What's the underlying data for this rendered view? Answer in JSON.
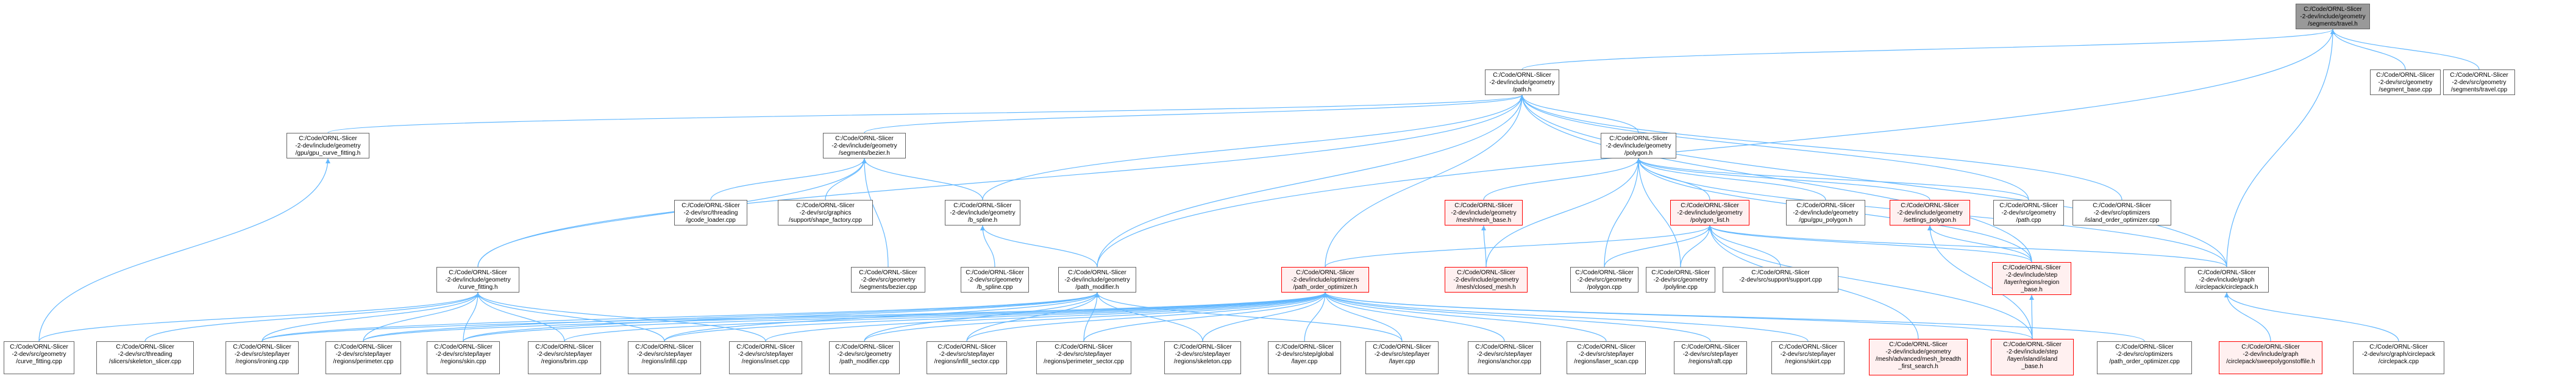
{
  "colors": {
    "edge": "#63b8ff",
    "node_border": "#666666",
    "highlight_border": "#ff0000",
    "highlight_fill": "#fff0f0",
    "focus_fill": "#999999"
  },
  "nodes": {
    "travel_h": "C:/Code/ORNL-Slicer\n-2-dev/include/geometry\n/segments/travel.h",
    "segment_base_cpp": "C:/Code/ORNL-Slicer\n-2-dev/src/geometry\n/segment_base.cpp",
    "travel_cpp": "C:/Code/ORNL-Slicer\n-2-dev/src/geometry\n/segments/travel.cpp",
    "path_h": "C:/Code/ORNL-Slicer\n-2-dev/include/geometry\n/path.h",
    "gpu_curve_fitting_h": "C:/Code/ORNL-Slicer\n-2-dev/include/geometry\n/gpu/gpu_curve_fitting.h",
    "bezier_h": "C:/Code/ORNL-Slicer\n-2-dev/include/geometry\n/segments/bezier.h",
    "polygon_h": "C:/Code/ORNL-Slicer\n-2-dev/include/geometry\n/polygon.h",
    "gcode_loader_cpp": "C:/Code/ORNL-Slicer\n-2-dev/src/threading\n/gcode_loader.cpp",
    "shape_factory_cpp": "C:/Code/ORNL-Slicer\n-2-dev/src/graphics\n/support/shape_factory.cpp",
    "b_spline_h": "C:/Code/ORNL-Slicer\n-2-dev/include/geometry\n/b_spline.h",
    "mesh_base_h": "C:/Code/ORNL-Slicer\n-2-dev/include/geometry\n/mesh/mesh_base.h",
    "polygon_list_h": "C:/Code/ORNL-Slicer\n-2-dev/include/geometry\n/polygon_list.h",
    "gpu_polygon_h": "C:/Code/ORNL-Slicer\n-2-dev/include/geometry\n/gpu/gpu_polygon.h",
    "settings_polygon_h": "C:/Code/ORNL-Slicer\n-2-dev/include/geometry\n/settings_polygon.h",
    "path_cpp": "C:/Code/ORNL-Slicer\n-2-dev/src/geometry\n/path.cpp",
    "island_order_optimizer_cpp": "C:/Code/ORNL-Slicer\n-2-dev/src/optimizers\n/island_order_optimizer.cpp",
    "curve_fitting_h": "C:/Code/ORNL-Slicer\n-2-dev/include/geometry\n/curve_fitting.h",
    "bezier_cpp": "C:/Code/ORNL-Slicer\n-2-dev/src/geometry\n/segments/bezier.cpp",
    "b_spline_cpp": "C:/Code/ORNL-Slicer\n-2-dev/src/geometry\n/b_spline.cpp",
    "path_modifier_h": "C:/Code/ORNL-Slicer\n-2-dev/include/geometry\n/path_modifier.h",
    "path_order_optimizer_h": "C:/Code/ORNL-Slicer\n-2-dev/include/optimizers\n/path_order_optimizer.h",
    "closed_mesh_h": "C:/Code/ORNL-Slicer\n-2-dev/include/geometry\n/mesh/closed_mesh.h",
    "polygon_cpp": "C:/Code/ORNL-Slicer\n-2-dev/src/geometry\n/polygon.cpp",
    "polyline_cpp": "C:/Code/ORNL-Slicer\n-2-dev/src/geometry\n/polyline.cpp",
    "support_cpp": "C:/Code/ORNL-Slicer\n-2-dev/src/support/support.cpp",
    "region_base_h": "C:/Code/ORNL-Slicer\n-2-dev/include/step\n/layer/regions/region\n_base.h",
    "circlepack_h": "C:/Code/ORNL-Slicer\n-2-dev/include/graph\n/circlepack/circlepack.h",
    "curve_fitting_cpp": "C:/Code/ORNL-Slicer\n-2-dev/src/geometry\n/curve_fitting.cpp",
    "skeleton_slicer_cpp": "C:/Code/ORNL-Slicer\n-2-dev/src/threading\n/slicers/skeleton_slicer.cpp",
    "ironing_cpp": "C:/Code/ORNL-Slicer\n-2-dev/src/step/layer\n/regions/ironing.cpp",
    "perimeter_cpp": "C:/Code/ORNL-Slicer\n-2-dev/src/step/layer\n/regions/perimeter.cpp",
    "skin_cpp": "C:/Code/ORNL-Slicer\n-2-dev/src/step/layer\n/regions/skin.cpp",
    "brim_cpp": "C:/Code/ORNL-Slicer\n-2-dev/src/step/layer\n/regions/brim.cpp",
    "infill_cpp": "C:/Code/ORNL-Slicer\n-2-dev/src/step/layer\n/regions/infill.cpp",
    "inset_cpp": "C:/Code/ORNL-Slicer\n-2-dev/src/step/layer\n/regions/inset.cpp",
    "path_modifier_cpp": "C:/Code/ORNL-Slicer\n-2-dev/src/geometry\n/path_modifier.cpp",
    "infill_sector_cpp": "C:/Code/ORNL-Slicer\n-2-dev/src/step/layer\n/regions/infill_sector.cpp",
    "perimeter_sector_cpp": "C:/Code/ORNL-Slicer\n-2-dev/src/step/layer\n/regions/perimeter_sector.cpp",
    "skeleton_cpp": "C:/Code/ORNL-Slicer\n-2-dev/src/step/layer\n/regions/skeleton.cpp",
    "global_layer_cpp": "C:/Code/ORNL-Slicer\n-2-dev/src/step/global\n/layer.cpp",
    "layer_cpp": "C:/Code/ORNL-Slicer\n-2-dev/src/step/layer\n/layer.cpp",
    "anchor_cpp": "C:/Code/ORNL-Slicer\n-2-dev/src/step/layer\n/regions/anchor.cpp",
    "laser_scan_cpp": "C:/Code/ORNL-Slicer\n-2-dev/src/step/layer\n/regions/laser_scan.cpp",
    "raft_cpp": "C:/Code/ORNL-Slicer\n-2-dev/src/step/layer\n/regions/raft.cpp",
    "skirt_cpp": "C:/Code/ORNL-Slicer\n-2-dev/src/step/layer\n/regions/skirt.cpp",
    "breadth_first_search_h": "C:/Code/ORNL-Slicer\n-2-dev/include/geometry\n/mesh/advanced/mesh_breadth\n_first_search.h",
    "island_base_h": "C:/Code/ORNL-Slicer\n-2-dev/include/step\n/layer/island/island\n_base.h",
    "path_order_optimizer_cpp": "C:/Code/ORNL-Slicer\n-2-dev/src/optimizers\n/path_order_optimizer.cpp",
    "circlepackpolygonstoffile_h": "C:/Code/ORNL-Slicer\n-2-dev/include/graph\n/circlepack/sweepolygonstoffile.h",
    "circlepack_cpp": "C:/Code/ORNL-Slicer\n-2-dev/src/graph/circlepack\n/circlepack.cpp"
  }
}
